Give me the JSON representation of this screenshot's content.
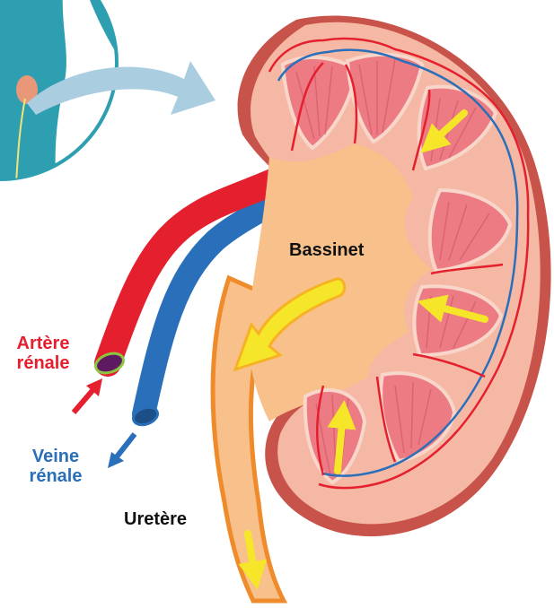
{
  "labels": {
    "artery_line1": "Artère",
    "artery_line2": "rénale",
    "vein_line1": "Veine",
    "vein_line2": "rénale",
    "pelvis": "Bassinet",
    "ureter": "Uretère"
  },
  "colors": {
    "artery": "#e5202e",
    "vein": "#2a6fba",
    "pelvis": "#f8c18b",
    "capsule": "#c7534a",
    "cortex": "#f5b8a4",
    "pyramid": "#ec7b84",
    "arrow": "#f6e62a",
    "ureter": "#f08b2c",
    "body": "#2d9fb0"
  }
}
